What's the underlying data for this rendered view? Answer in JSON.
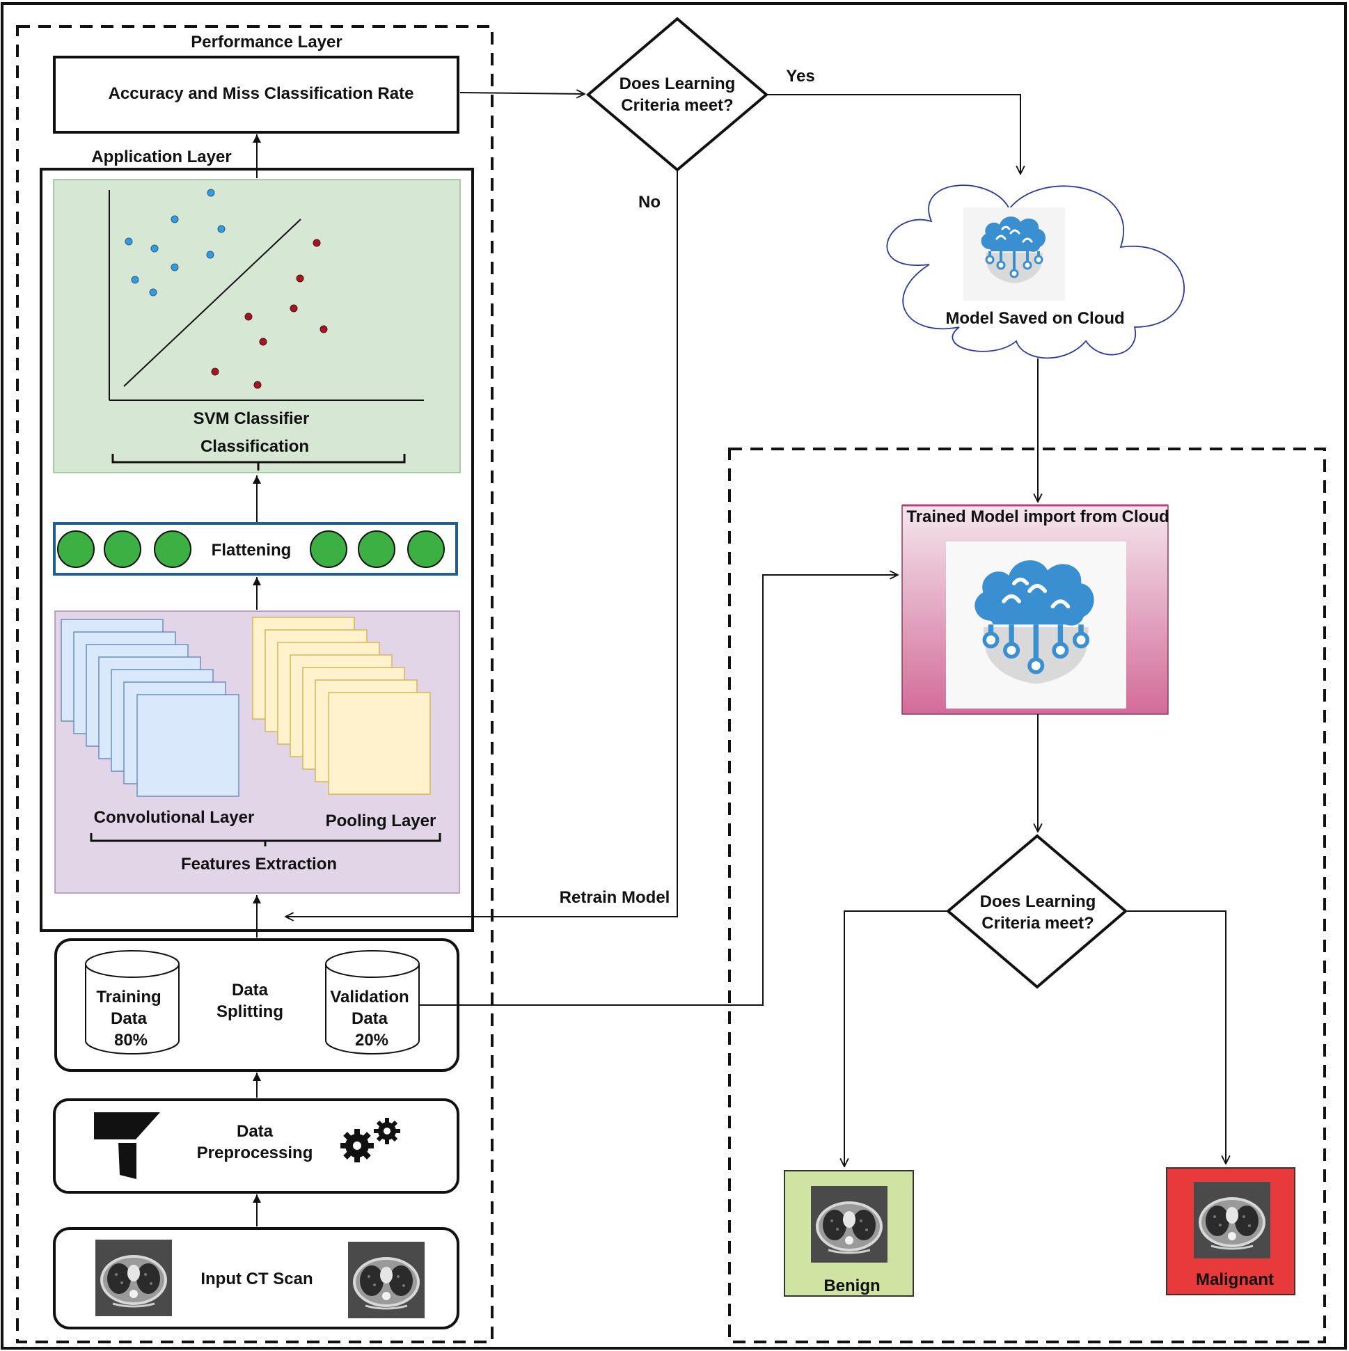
{
  "performance_layer": {
    "title": "Performance Layer",
    "box_label": "Accuracy and Miss Classification Rate"
  },
  "application_layer": {
    "title": "Application Layer",
    "classifier_label": "SVM Classifier",
    "classification_label": "Classification",
    "flattening_label": "Flattening",
    "conv_label": "Convolutional Layer",
    "pool_label": "Pooling Layer",
    "features_label": "Features Extraction"
  },
  "data_splitting": {
    "title_line1": "Data",
    "title_line2": "Splitting",
    "training": [
      "Training",
      "Data",
      "80%"
    ],
    "validation": [
      "Validation",
      "Data",
      "20%"
    ]
  },
  "preprocessing": {
    "line1": "Data",
    "line2": "Preprocessing"
  },
  "input": {
    "label": "Input CT Scan"
  },
  "decision_top": {
    "line1": "Does Learning",
    "line2": "Criteria meet?",
    "yes": "Yes",
    "no": "No"
  },
  "retrain_label": "Retrain Model",
  "cloud": {
    "label": "Model Saved on Cloud"
  },
  "import": {
    "label": "Trained Model import from Cloud"
  },
  "decision_bottom": {
    "line1": "Does Learning",
    "line2": "Criteria meet?"
  },
  "outcomes": {
    "benign": {
      "label": "Benign",
      "color": "#cfe3a3"
    },
    "malignant": {
      "label": "Malignant",
      "color": "#e83a3a"
    }
  },
  "colors": {
    "svm_panel": "#d6e8d4",
    "feature_panel": "#e2d5e7",
    "conv_layer": "#dae8fc",
    "pool_layer": "#fff2cc",
    "flatten_node": "#3cb043",
    "blue_point": "#3a9ad9",
    "red_point": "#a01828",
    "import_gradient_top": "#f3e3ea",
    "import_gradient_bottom": "#d5739f",
    "brain_icon": "#3a8fd0"
  }
}
